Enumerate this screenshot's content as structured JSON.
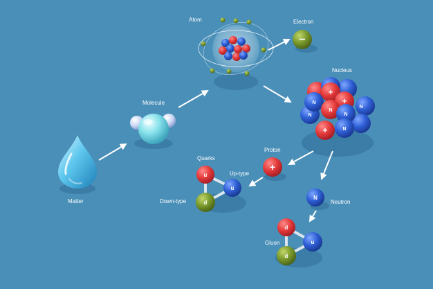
{
  "labels": {
    "matter": "Matter",
    "molecule": "Molecule",
    "atom": "Atom",
    "electron": "Electron",
    "nucleus": "Nucleus",
    "proton": "Proton",
    "neutron": "Neutron",
    "quarks": "Quarks",
    "up_type": "Up-type",
    "down_type": "Down-type",
    "gluon": "Gluon"
  },
  "particle_letters": {
    "neutron": "N",
    "up": "u",
    "down": "d",
    "plus": "+",
    "minus": "−"
  },
  "colors": {
    "background": "#4a8fb8",
    "proton": "#e53b3b",
    "neutron": "#2f5fd6",
    "electron": "#7a9a2c",
    "down_quark": "#6f8a2c",
    "water": "#5ec7ee",
    "molecule": "#7fdde6",
    "arrow": "#ffffff"
  }
}
